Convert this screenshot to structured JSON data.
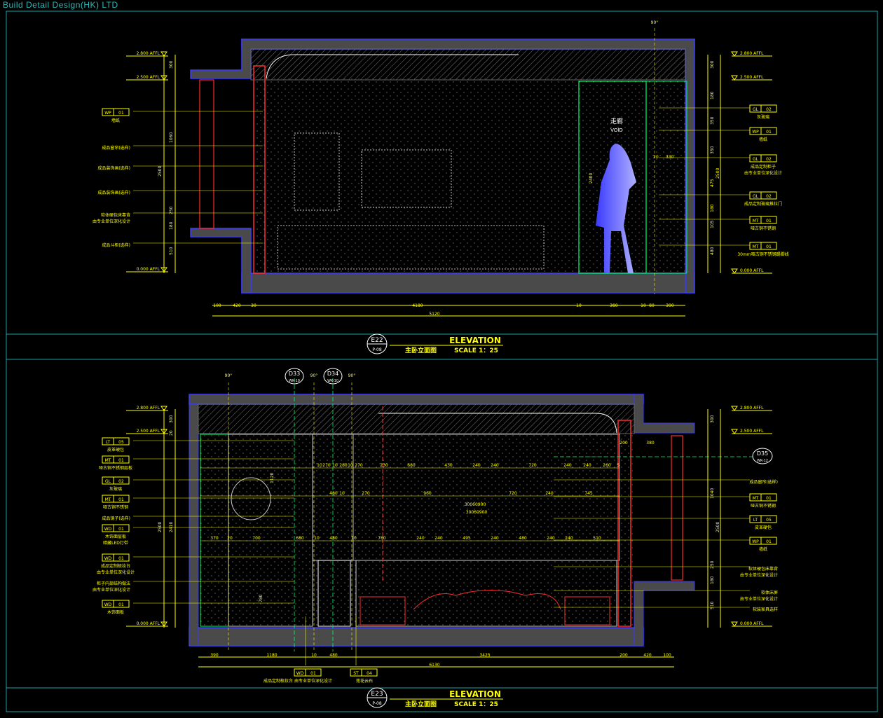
{
  "brand": "Build Detail Design(HK) LTD",
  "colors": {
    "bg": "#000000",
    "frame": "#1aa3a3",
    "wall": "#3a3aff",
    "wall_fill": "#4a4a4a",
    "dim": "#ffff00",
    "red": "#ff2a2a",
    "green": "#00ff66",
    "cyan": "#00e5ff",
    "white": "#ffffff",
    "magenta": "#ff3dff"
  },
  "upper": {
    "levels": [
      {
        "left": "2.800 AFFL",
        "right": "2.800 AFFL"
      },
      {
        "left": "2.500 AFFL",
        "right": "2.500 AFFL"
      },
      {
        "left": "0.000 AFFL",
        "right": "0.000 AFFL"
      }
    ],
    "left_dims": [
      "300",
      "1060",
      "2500",
      "250",
      "180",
      "510"
    ],
    "right_dims": [
      "300",
      "180",
      "350",
      "350",
      "475",
      "180",
      "105",
      "480",
      "2500"
    ],
    "bottom_dims": [
      "100",
      "420",
      "30",
      "4180",
      "10",
      "380",
      "10",
      "80",
      "390"
    ],
    "bottom_total": "5120",
    "void_label": "走廊",
    "void_label_en": "VOID",
    "void_dim": "2400",
    "inner_dims": [
      "20",
      "330"
    ],
    "left_tags": [
      {
        "code": "WP",
        "num": "01",
        "text": "墙纸"
      },
      {
        "code": "",
        "num": "",
        "text": "成品窗帘(选样)"
      },
      {
        "code": "",
        "num": "",
        "text": "成品装饰画(选样)"
      },
      {
        "code": "",
        "num": "",
        "text": "成品装饰画(选样)"
      },
      {
        "code": "",
        "num": "",
        "text": "软体硬包床靠背",
        "text2": "由专业单位深化设计"
      },
      {
        "code": "",
        "num": "",
        "text": "成品斗柜(选样)"
      }
    ],
    "right_tags": [
      {
        "code": "GL",
        "num": "02",
        "text": "灰玻璃"
      },
      {
        "code": "WP",
        "num": "01",
        "text": "墙纸"
      },
      {
        "code": "GL",
        "num": "02",
        "text": "成品定制柜子",
        "text2": "由专业单位深化设计"
      },
      {
        "code": "GL",
        "num": "02",
        "text": "成品定制玻璃推拉门"
      },
      {
        "code": "MT",
        "num": "01",
        "text": "哑古铜不锈钢"
      },
      {
        "code": "MT",
        "num": "01",
        "text": "30mm哑古铜不锈钢踢脚线"
      }
    ],
    "angle": "90°",
    "title_bar": {
      "code": "E22",
      "sheet": "P-08",
      "title": "ELEVATION",
      "cn": "主卧立面图",
      "scale": "SCALE 1：25"
    }
  },
  "lower": {
    "levels": [
      {
        "left": "2.800 AFFL",
        "right": "2.800 AFFL"
      },
      {
        "left": "2.500 AFFL",
        "right": "2.500 AFFL"
      },
      {
        "left": "0.000 AFFL",
        "right": "0.000 AFFL"
      }
    ],
    "left_dims": [
      "300",
      "2500",
      "2410",
      "20"
    ],
    "right_dims": [
      "300",
      "1040",
      "2500",
      "250",
      "180",
      "510"
    ],
    "bottom_dims": [
      "390",
      "1180",
      "10",
      "480",
      "3425",
      "200",
      "420",
      "100"
    ],
    "bottom_total": "6130",
    "row1_dims": [
      "10",
      "270",
      "10",
      "280",
      "10",
      "270",
      "230",
      "680",
      "430",
      "240",
      "240",
      "720",
      "240",
      "240",
      "260",
      "5"
    ],
    "row2_dims": [
      "480",
      "10",
      "270",
      "960",
      "720",
      "240",
      "745"
    ],
    "row3_dims": [
      "370",
      "20",
      "700",
      "680",
      "10",
      "480",
      "10",
      "760",
      "240",
      "240",
      "495",
      "240",
      "480",
      "240",
      "240",
      "510"
    ],
    "col_dims": [
      "200",
      "380",
      "1120",
      "780"
    ],
    "section_tags": [
      {
        "code": "D33",
        "sheet": "WK-10"
      },
      {
        "code": "D34",
        "sheet": "WK-10"
      },
      {
        "code": "D35",
        "sheet": "WK-12"
      }
    ],
    "mid_labels": [
      "30060900",
      "30060900"
    ],
    "angle": "90°",
    "left_tags": [
      {
        "code": "LT",
        "num": "05",
        "text": "皮革硬包"
      },
      {
        "code": "MT",
        "num": "01",
        "text": "哑古铜不锈钢层板"
      },
      {
        "code": "GL",
        "num": "02",
        "text": "灰玻璃"
      },
      {
        "code": "MT",
        "num": "01",
        "text": "哑古铜不锈钢"
      },
      {
        "code": "",
        "num": "",
        "text": "成品镜子(选样)"
      },
      {
        "code": "WD",
        "num": "01",
        "text": "木饰面层板",
        "text2": "暗藏LED灯带"
      },
      {
        "code": "WD",
        "num": "01",
        "text": "成品定制梳妆台",
        "text2": "由专业单位深化设计"
      },
      {
        "code": "",
        "num": "",
        "text": "柜子内部结构做法",
        "text2": "由专业单位深化设计"
      },
      {
        "code": "WD",
        "num": "01",
        "text": "木饰面板"
      }
    ],
    "right_tags": [
      {
        "code": "",
        "num": "",
        "text": "成品窗帘(选样)"
      },
      {
        "code": "MT",
        "num": "01",
        "text": "哑古铜不锈钢"
      },
      {
        "code": "LT",
        "num": "05",
        "text": "皮革硬包"
      },
      {
        "code": "WP",
        "num": "01",
        "text": "墙纸"
      },
      {
        "code": "",
        "num": "",
        "text": "软体硬包床靠背",
        "text2": "由专业单位深化设计"
      },
      {
        "code": "",
        "num": "",
        "text": "软体床屏",
        "text2": "由专业单位深化设计"
      },
      {
        "code": "",
        "num": "",
        "text": "软装家具选样"
      }
    ],
    "bottom_tags": [
      {
        "code": "WD",
        "num": "01",
        "text": "成品定制梳妆台 由专业单位深化设计"
      },
      {
        "code": "ST",
        "num": "04",
        "text": "莲花云石"
      }
    ],
    "title_bar": {
      "code": "E23",
      "sheet": "P-08",
      "title": "ELEVATION",
      "cn": "主卧立面图",
      "scale": "SCALE 1：25"
    }
  }
}
